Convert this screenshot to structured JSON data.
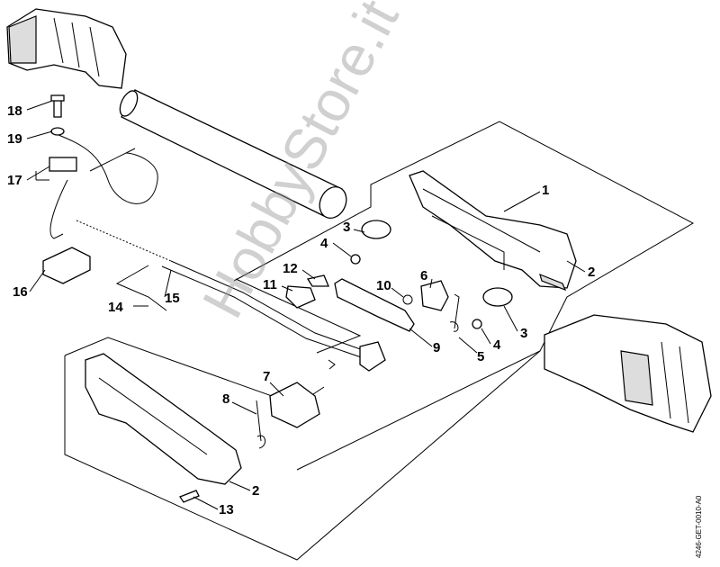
{
  "diagram": {
    "drawing_code": "4246-GET-0010-A0",
    "watermark": "HobbyStore.it",
    "callouts": [
      "18",
      "19",
      "17",
      "16",
      "14",
      "15",
      "12",
      "11",
      "10",
      "6",
      "9",
      "5",
      "4",
      "3",
      "4",
      "3",
      "1",
      "2",
      "7",
      "8",
      "2",
      "13"
    ]
  }
}
